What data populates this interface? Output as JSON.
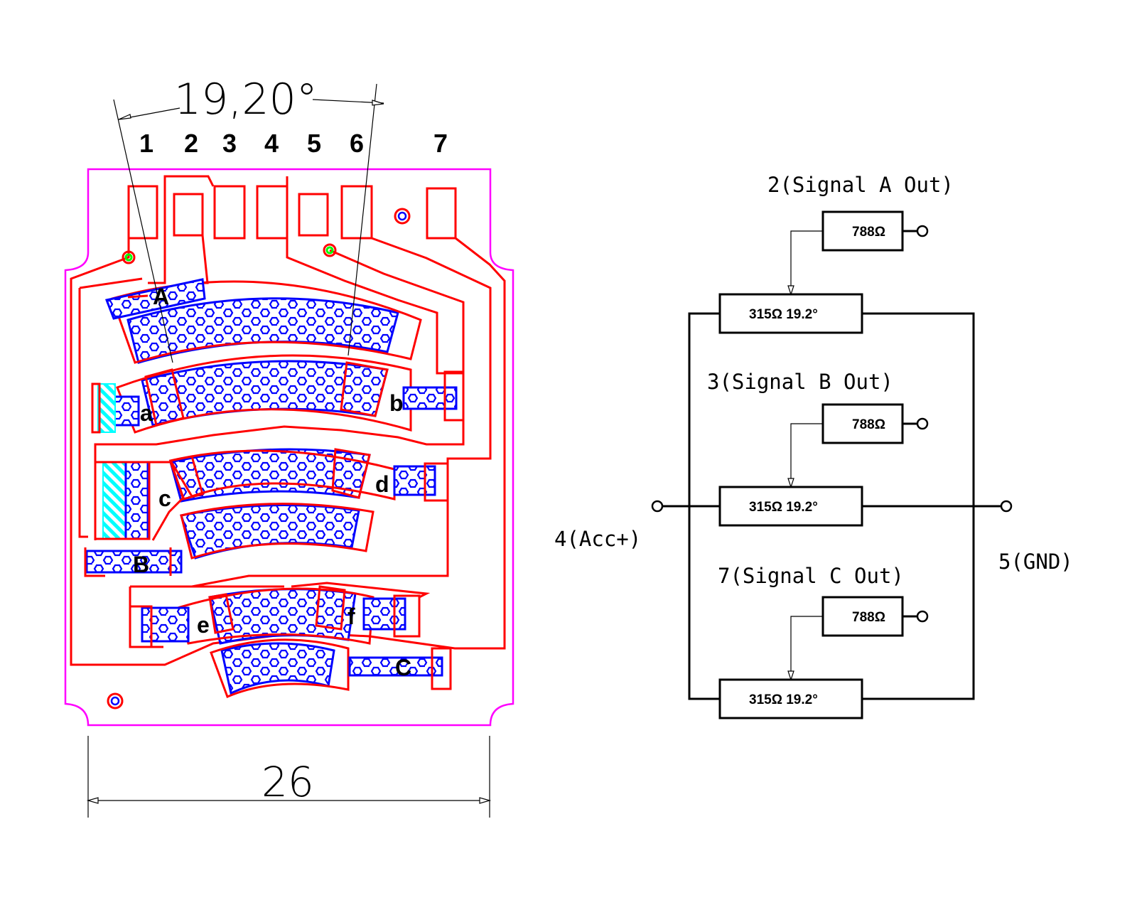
{
  "drawing": {
    "angle_dimension": "19,20°",
    "width_dimension": "26",
    "pins": [
      "1",
      "2",
      "3",
      "4",
      "5",
      "6",
      "7"
    ],
    "resistor_labels": {
      "A": "A",
      "B": "B",
      "C": "C",
      "a": "a",
      "b": "b",
      "c": "c",
      "d": "d",
      "e": "e",
      "f": "f"
    },
    "colors": {
      "outline": "#ff00ff",
      "trace": "#ff0000",
      "resistor": "#0000ff",
      "hatch": "#00ffff",
      "via_green": "#00ff00"
    }
  },
  "schematic": {
    "channels": [
      {
        "title": "2(Signal A Out)",
        "trim_value": "788Ω",
        "main_value": "315Ω 19.2°"
      },
      {
        "title": "3(Signal B Out)",
        "trim_value": "788Ω",
        "main_value": "315Ω 19.2°"
      },
      {
        "title": "7(Signal C Out)",
        "trim_value": "788Ω",
        "main_value": "315Ω 19.2°"
      }
    ],
    "input_label": "4(Acc+)",
    "ground_label": "5(GND)"
  }
}
